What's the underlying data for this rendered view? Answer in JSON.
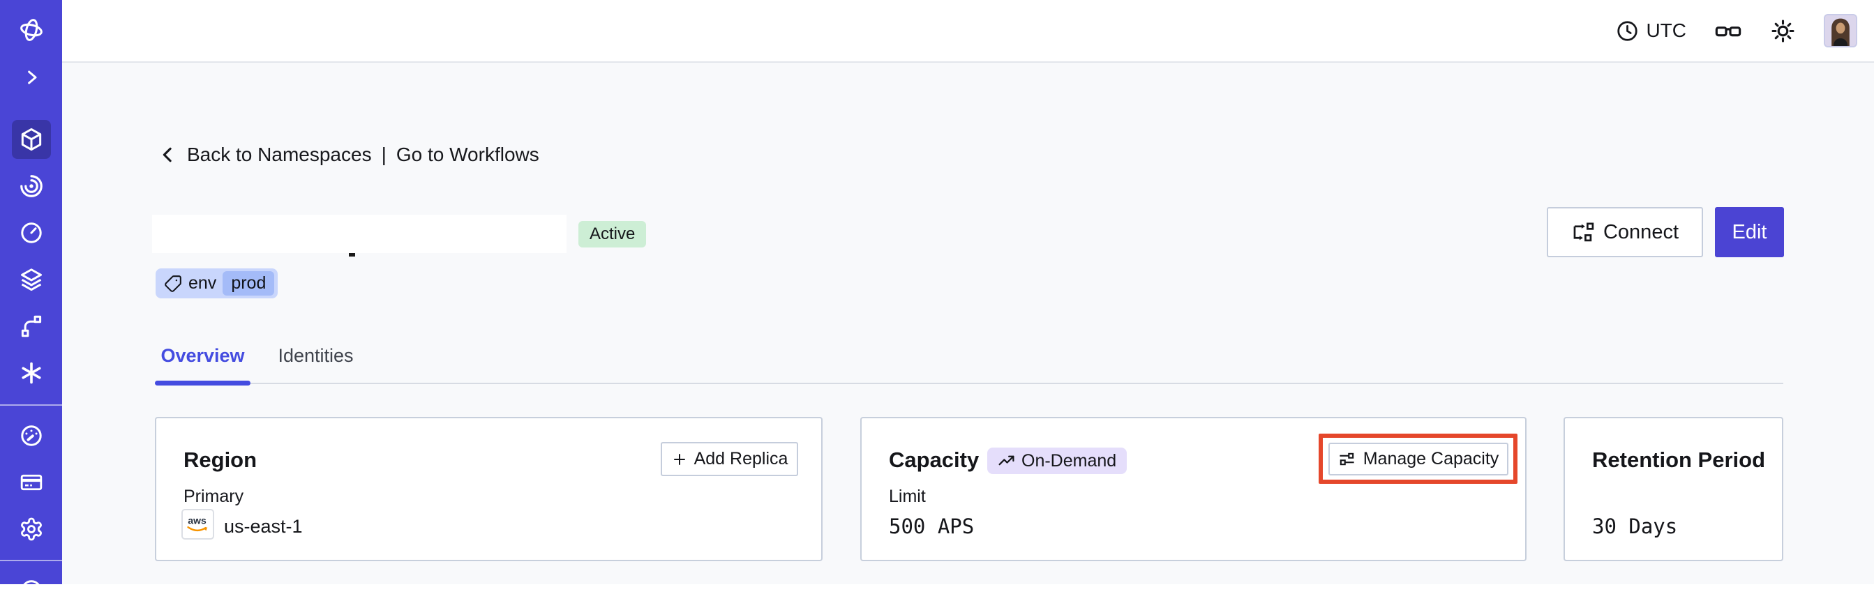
{
  "topbar": {
    "timezone": "UTC"
  },
  "breadcrumb": {
    "back": "Back to Namespaces",
    "separator": "|",
    "go": "Go to Workflows"
  },
  "namespace": {
    "status": "Active",
    "tag": {
      "key": "env",
      "value": "prod"
    },
    "connect_label": "Connect",
    "edit_label": "Edit"
  },
  "tabs": {
    "overview": "Overview",
    "identities": "Identities"
  },
  "cards": {
    "region": {
      "title": "Region",
      "add_replica_label": "Add Replica",
      "primary_label": "Primary",
      "provider_label": "aws",
      "value": "us-east-1"
    },
    "capacity": {
      "title": "Capacity",
      "badge": "On-Demand",
      "manage_label": "Manage Capacity",
      "limit_label": "Limit",
      "value": "500 APS"
    },
    "retention": {
      "title": "Retention Period",
      "value": "30 Days"
    }
  },
  "icons": {
    "sidebar": [
      "temporal-logo-icon",
      "chevron-right-icon",
      "cube-icon",
      "spiral-icon",
      "timer-icon",
      "layers-icon",
      "branch-icon",
      "asterisk-icon",
      "gauge-icon",
      "credit-card-icon",
      "gear-icon",
      "help-icon"
    ],
    "topbar": [
      "clock-icon",
      "glasses-icon",
      "sun-icon",
      "user-avatar"
    ],
    "inline": [
      "chevron-left-icon",
      "tag-icon",
      "plus-icon",
      "connect-icon",
      "sliders-icon",
      "trending-up-icon",
      "aws-logo"
    ]
  },
  "colors": {
    "sidebar_bg": "#4A45D6",
    "accent_indigo": "#4B44D3",
    "tab_active": "#444CE0",
    "status_active_bg": "#CDEED5",
    "tag_bg": "#C9D6FC",
    "tag_chip_bg": "#A4BBF8",
    "ondemand_bg": "#E5DEFB",
    "highlight_red": "#E5472B",
    "page_bg": "#F8F9FB",
    "card_border": "#C7CFDC"
  }
}
